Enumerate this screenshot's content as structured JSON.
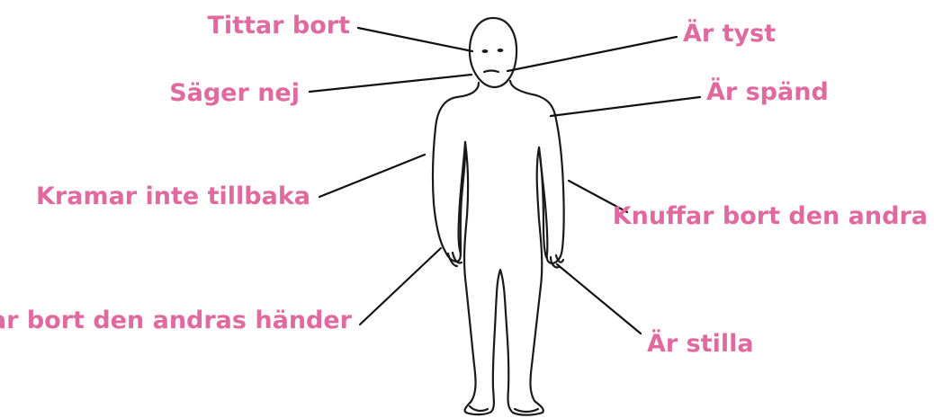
{
  "colors": {
    "label": "#e06a9f",
    "line": "#111111",
    "outline": "#1a1a1a"
  },
  "labels": {
    "looks_away": "Tittar bort",
    "is_quiet": "Är tyst",
    "says_no": "Säger nej",
    "is_tense": "Är spänd",
    "no_hug_back": "Kramar inte tillbaka",
    "pushes_away": "Knuffar bort den andra",
    "removes_hands": "Tar bort den andras händer",
    "is_still": "Är stilla"
  }
}
